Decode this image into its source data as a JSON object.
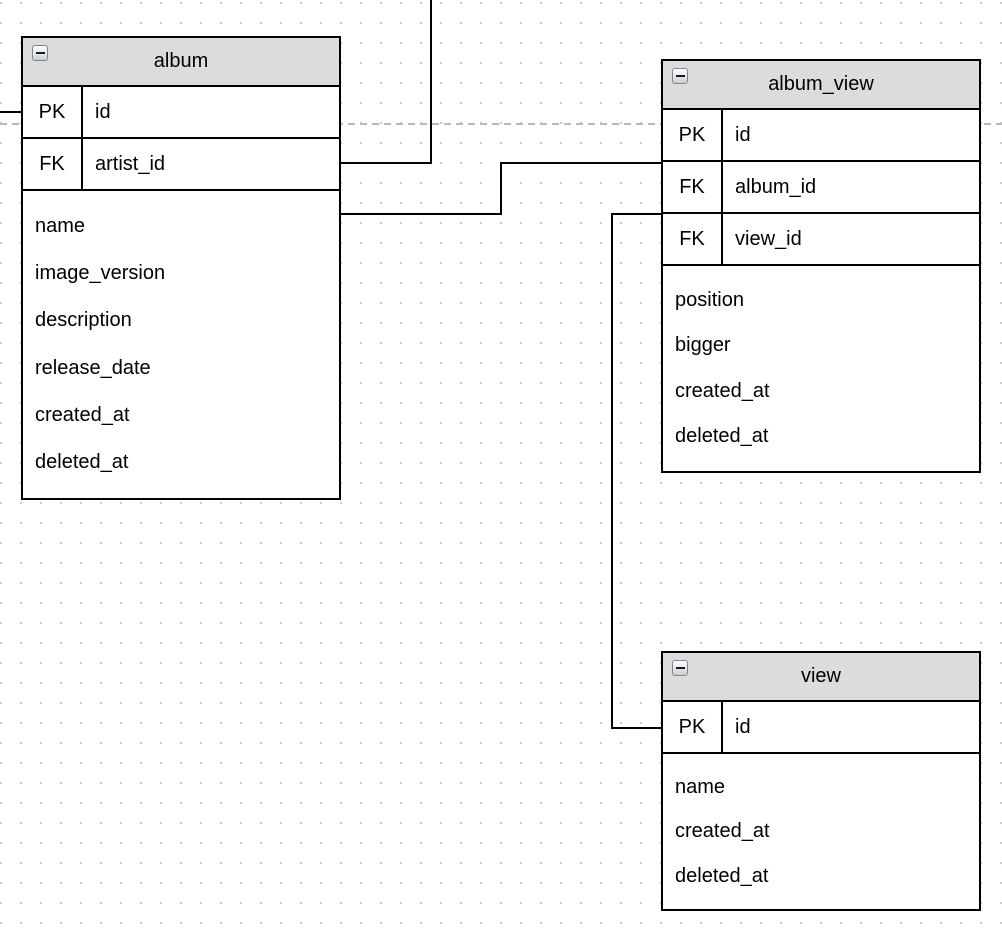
{
  "diagram": {
    "type": "entity-relationship",
    "colors": {
      "table_border": "#000000",
      "header_bg": "#dcdcdc",
      "connector": "#000000",
      "dashed_guide": "#b9b9b9",
      "grid_dot": "#cccccc",
      "background": "#ffffff"
    },
    "icons": {
      "collapse": "minus-icon"
    },
    "tables": [
      {
        "id": "album",
        "title": "album",
        "keys": [
          {
            "badge": "PK",
            "name": "id"
          },
          {
            "badge": "FK",
            "name": "artist_id"
          }
        ],
        "attributes": [
          "name",
          "image_version",
          "description",
          "release_date",
          "created_at",
          "deleted_at"
        ]
      },
      {
        "id": "album_view",
        "title": "album_view",
        "keys": [
          {
            "badge": "PK",
            "name": "id"
          },
          {
            "badge": "FK",
            "name": "album_id"
          },
          {
            "badge": "FK",
            "name": "view_id"
          }
        ],
        "attributes": [
          "position",
          "bigger",
          "created_at",
          "deleted_at"
        ]
      },
      {
        "id": "view",
        "title": "view",
        "keys": [
          {
            "badge": "PK",
            "name": "id"
          }
        ],
        "attributes": [
          "name",
          "created_at",
          "deleted_at"
        ]
      }
    ],
    "relationships": [
      {
        "name": "album-to-offscreen-left",
        "note": "line exits left edge at album PK row"
      },
      {
        "name": "album-artist_id-to-offscreen-top",
        "note": "line exits top edge above album_view"
      },
      {
        "name": "album-to-album_view",
        "note": "connects album to album_view FK album_id"
      },
      {
        "name": "album_view-to-view",
        "note": "connects album_view FK view_id to view PK id"
      }
    ]
  }
}
